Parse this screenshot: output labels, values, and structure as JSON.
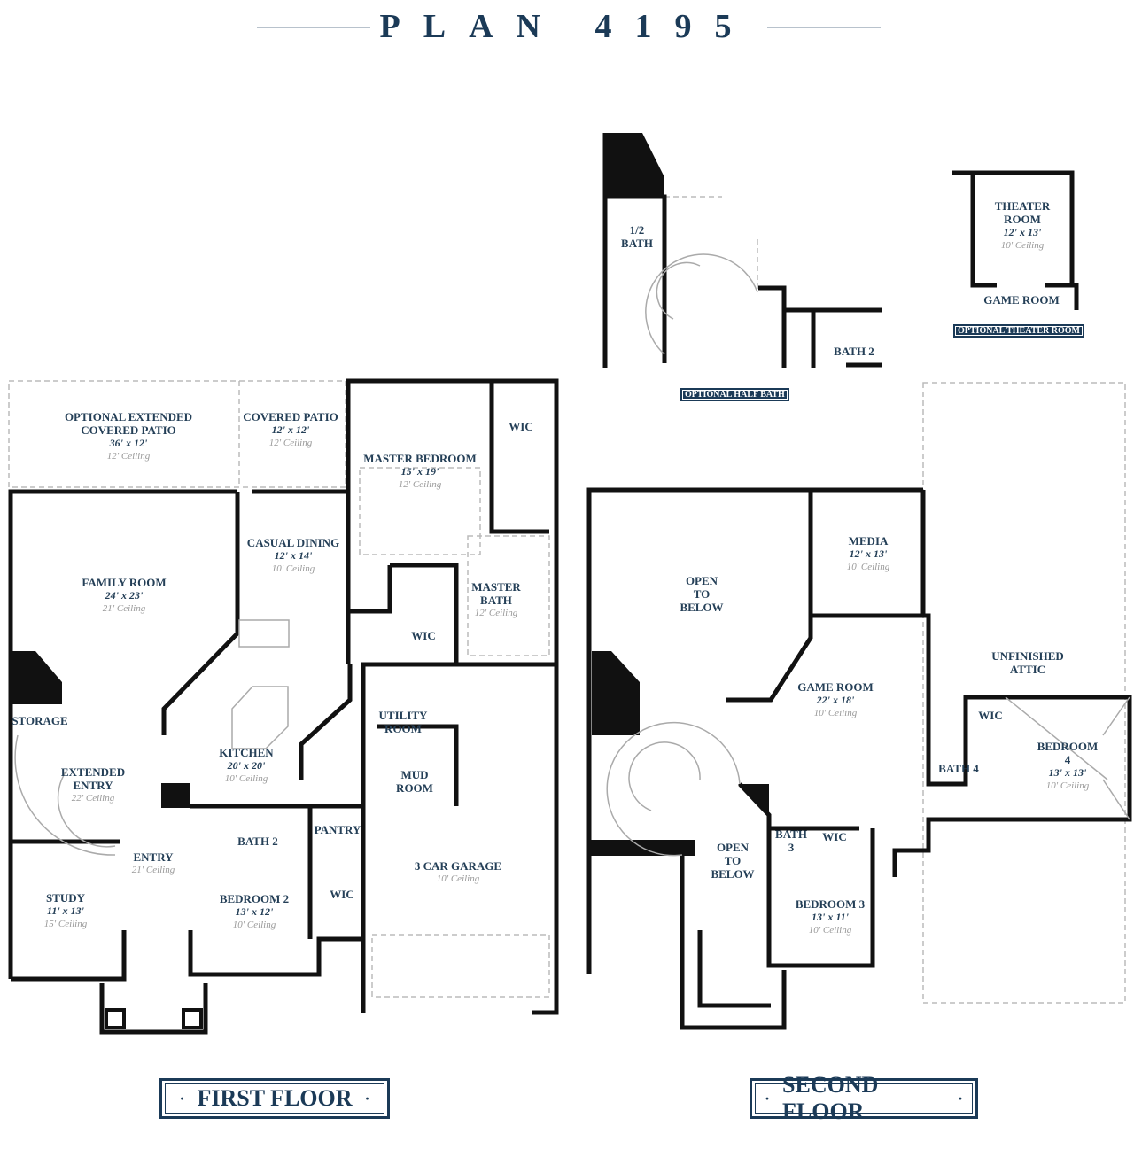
{
  "title": "PLAN 4195",
  "colors": {
    "navy": "#1b3a57",
    "wall": "#111111",
    "dashed": "#bbbbbb",
    "ceiling_text": "#9a9a9a"
  },
  "first_floor": {
    "label": "FIRST FLOOR",
    "rooms": [
      {
        "name": "OPTIONAL EXTENDED\nCOVERED PATIO",
        "size": "36' x 12'",
        "ceiling": "12' Ceiling"
      },
      {
        "name": "COVERED PATIO",
        "size": "12' x 12'",
        "ceiling": "12' Ceiling"
      },
      {
        "name": "WIC"
      },
      {
        "name": "MASTER BEDROOM",
        "size": "15' x 19'",
        "ceiling": "12' Ceiling"
      },
      {
        "name": "CASUAL DINING",
        "size": "12' x 14'",
        "ceiling": "10' Ceiling"
      },
      {
        "name": "FAMILY ROOM",
        "size": "24' x 23'",
        "ceiling": "21' Ceiling"
      },
      {
        "name": "MASTER\nBATH",
        "ceiling": "12' Ceiling"
      },
      {
        "name": "WIC"
      },
      {
        "name": "STORAGE"
      },
      {
        "name": "UTILITY\nROOM"
      },
      {
        "name": "KITCHEN",
        "size": "20' x 20'",
        "ceiling": "10' Ceiling"
      },
      {
        "name": "EXTENDED\nENTRY",
        "ceiling": "22' Ceiling"
      },
      {
        "name": "MUD\nROOM"
      },
      {
        "name": "PANTRY"
      },
      {
        "name": "BATH 2"
      },
      {
        "name": "ENTRY",
        "ceiling": "21' Ceiling"
      },
      {
        "name": "3 CAR GARAGE",
        "ceiling": "10' Ceiling"
      },
      {
        "name": "WIC"
      },
      {
        "name": "STUDY",
        "size": "11' x 13'",
        "ceiling": "15' Ceiling"
      },
      {
        "name": "BEDROOM 2",
        "size": "13' x 12'",
        "ceiling": "10' Ceiling"
      }
    ]
  },
  "second_floor": {
    "label": "SECOND FLOOR",
    "rooms": [
      {
        "name": "OPEN\nTO\nBELOW"
      },
      {
        "name": "MEDIA",
        "size": "12' x 13'",
        "ceiling": "10' Ceiling"
      },
      {
        "name": "UNFINISHED ATTIC"
      },
      {
        "name": "GAME ROOM",
        "size": "22' x 18'",
        "ceiling": "10' Ceiling"
      },
      {
        "name": "WIC"
      },
      {
        "name": "BEDROOM 4",
        "size": "13' x 13'",
        "ceiling": "10' Ceiling"
      },
      {
        "name": "BATH 4"
      },
      {
        "name": "BATH\n3"
      },
      {
        "name": "WIC"
      },
      {
        "name": "OPEN\nTO\nBELOW"
      },
      {
        "name": "BEDROOM 3",
        "size": "13' x 11'",
        "ceiling": "10' Ceiling"
      }
    ]
  },
  "optional_half_bath": {
    "label": "OPTIONAL HALF BATH",
    "rooms": [
      {
        "name": "1/2\nBATH"
      },
      {
        "name": "BATH 2"
      }
    ]
  },
  "optional_theater": {
    "label": "OPTIONAL THEATER ROOM",
    "rooms": [
      {
        "name": "THEATER\nROOM",
        "size": "12' x 13'",
        "ceiling": "10' Ceiling"
      },
      {
        "name": "GAME ROOM"
      }
    ]
  }
}
